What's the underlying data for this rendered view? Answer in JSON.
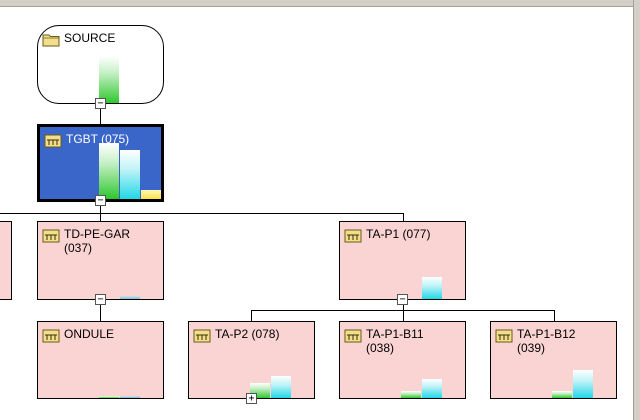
{
  "nodes": {
    "source": {
      "label": "SOURCE",
      "icon": "folder-icon"
    },
    "tgbt": {
      "label": "TGBT (075)",
      "icon": "switchboard-icon",
      "selected": true
    },
    "td_pe_gar": {
      "label": "TD-PE-GAR\n(037)",
      "icon": "switchboard-icon"
    },
    "ta_p1": {
      "label": "TA-P1 (077)",
      "icon": "switchboard-icon"
    },
    "ondule": {
      "label": "ONDULE",
      "icon": "switchboard-icon"
    },
    "ta_p2": {
      "label": "TA-P2 (078)",
      "icon": "switchboard-icon"
    },
    "ta_p1_b11": {
      "label": "TA-P1-B11\n(038)",
      "icon": "switchboard-icon"
    },
    "ta_p1_b12": {
      "label": "TA-P1-B12\n(039)",
      "icon": "switchboard-icon"
    }
  },
  "toggles": {
    "collapse": "−",
    "expand": "+"
  },
  "colors": {
    "node_fill": "#fad4d3",
    "selected_fill": "#3a66c9",
    "bar_green": "#2ec82e",
    "bar_cyan": "#22d8e8",
    "bar_yellow": "#ffe14a"
  }
}
